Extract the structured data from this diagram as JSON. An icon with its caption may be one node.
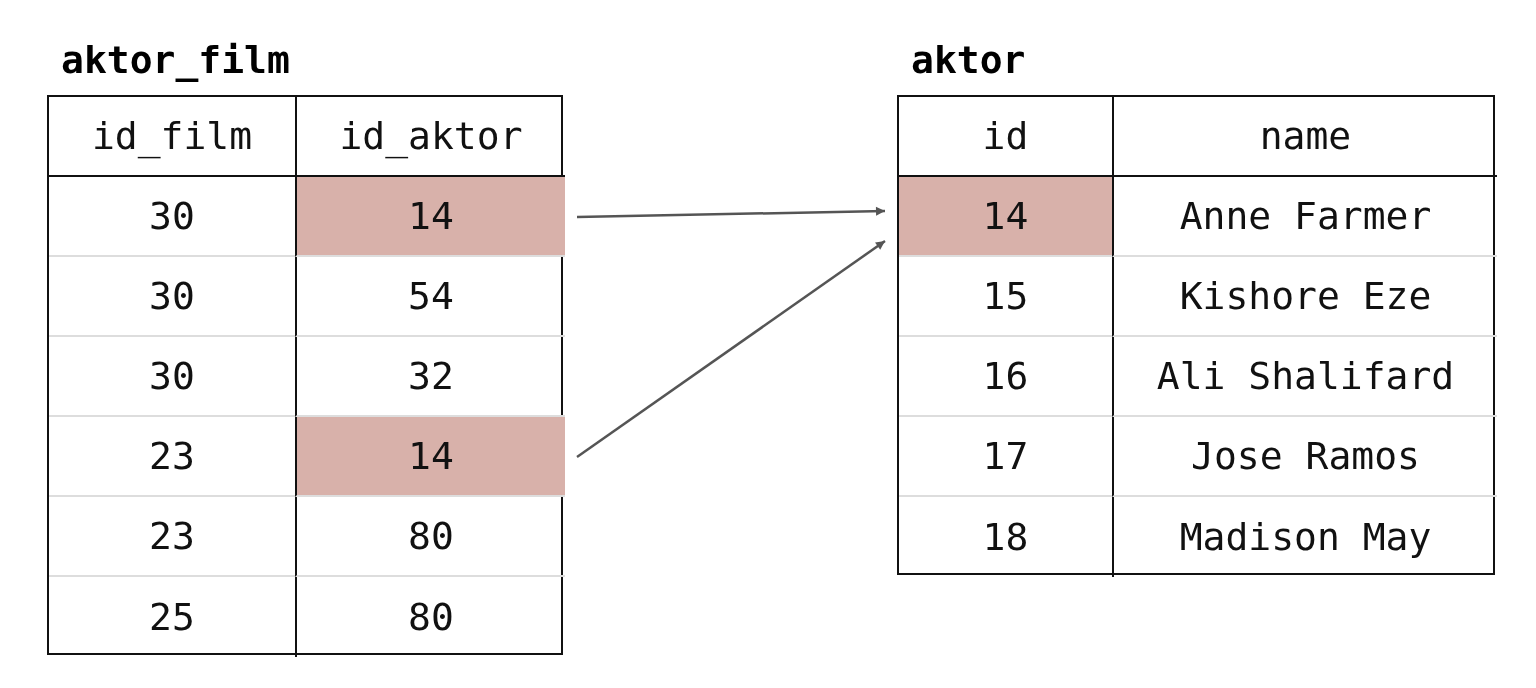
{
  "diagram": {
    "nodes": [
      {
        "text": [
          "aktor_film"
        ]
      },
      {
        "text": [
          "id_film"
        ],
        "in": 0
      },
      {
        "text": [
          "id_aktor"
        ],
        "in": 0
      },
      {
        "text": [
          "30"
        ],
        "in": 0
      },
      {
        "text": [
          "14"
        ],
        "in": 0
      },
      {
        "text": [
          "30"
        ],
        "in": 0
      },
      {
        "text": [
          "54"
        ],
        "in": 0
      },
      {
        "text": [
          "30"
        ],
        "in": 0
      },
      {
        "text": [
          "32"
        ],
        "in": 0
      },
      {
        "text": [
          "23"
        ],
        "in": 0
      },
      {
        "text": [
          "14"
        ],
        "in": 0
      },
      {
        "text": [
          "23"
        ],
        "in": 0
      },
      {
        "text": [
          "80"
        ],
        "in": 0
      },
      {
        "text": [
          "25"
        ],
        "in": 0
      },
      {
        "text": [
          "80"
        ],
        "in": 0
      },
      {
        "text": [
          "aktor"
        ]
      },
      {
        "text": [
          "id"
        ],
        "in": 15
      },
      {
        "text": [
          "name"
        ],
        "in": 15
      },
      {
        "text": [
          "14"
        ],
        "in": 15
      },
      {
        "text": [
          "Anne Farmer"
        ],
        "in": 15
      },
      {
        "text": [
          "15"
        ],
        "in": 15
      },
      {
        "text": [
          "Kishore Eze"
        ],
        "in": 15
      },
      {
        "text": [
          "16"
        ],
        "in": 15
      },
      {
        "text": [
          "Ali Shalifard"
        ],
        "in": 15
      },
      {
        "text": [
          "17"
        ],
        "in": 15
      },
      {
        "text": [
          "Jose Ramos"
        ],
        "in": 15
      },
      {
        "text": [
          "18"
        ],
        "in": 15
      },
      {
        "text": [
          "Madison May"
        ],
        "in": 15
      }
    ],
    "edges": [
      {
        "from": 4,
        "to": 18,
        "arrow": "to"
      },
      {
        "from": 10,
        "to": 18,
        "arrow": "to"
      }
    ]
  }
}
